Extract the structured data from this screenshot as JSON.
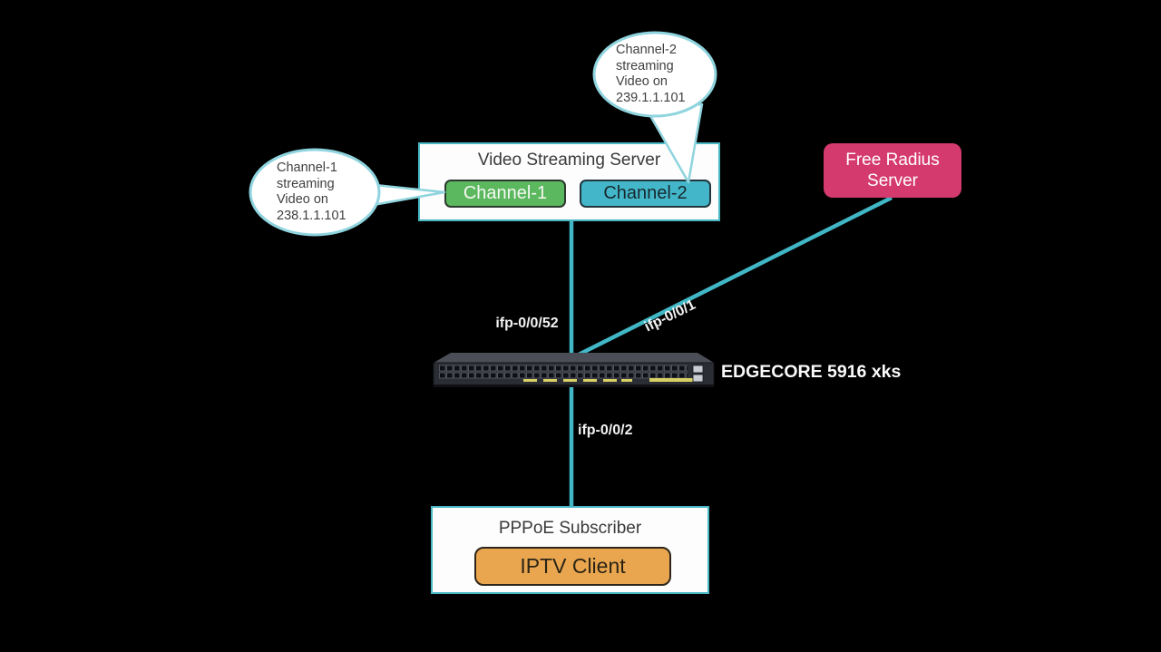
{
  "diagram": {
    "colors": {
      "background": "#000000",
      "connector_teal": "#41b7c6",
      "callout_outline": "#8fd4de",
      "node_box_border": "#4ab8c4",
      "channel1_fill": "#5cb85e",
      "channel2_fill": "#43b7c9",
      "radius_server_fill": "#d53a6f",
      "iptv_client_fill": "#e9a64f"
    },
    "video_server": {
      "title": "Video Streaming Server",
      "channel1": "Channel-1",
      "channel2": "Channel-2"
    },
    "callout_channel1": {
      "line1": "Channel-1",
      "line2": "streaming",
      "line3": "Video on",
      "line4": "238.1.1.101"
    },
    "callout_channel2": {
      "line1": "Channel-2",
      "line2": "streaming",
      "line3": "Video on",
      "line4": "239.1.1.101"
    },
    "radius_server": {
      "label": "Free Radius Server"
    },
    "switch": {
      "model": "EDGECORE 5916 xks"
    },
    "links": {
      "video_to_switch": "ifp-0/0/52",
      "radius_to_switch": "ifp-0/0/1",
      "switch_to_subscriber": "ifp-0/0/2"
    },
    "subscriber": {
      "title": "PPPoE Subscriber",
      "client": "IPTV Client"
    }
  }
}
